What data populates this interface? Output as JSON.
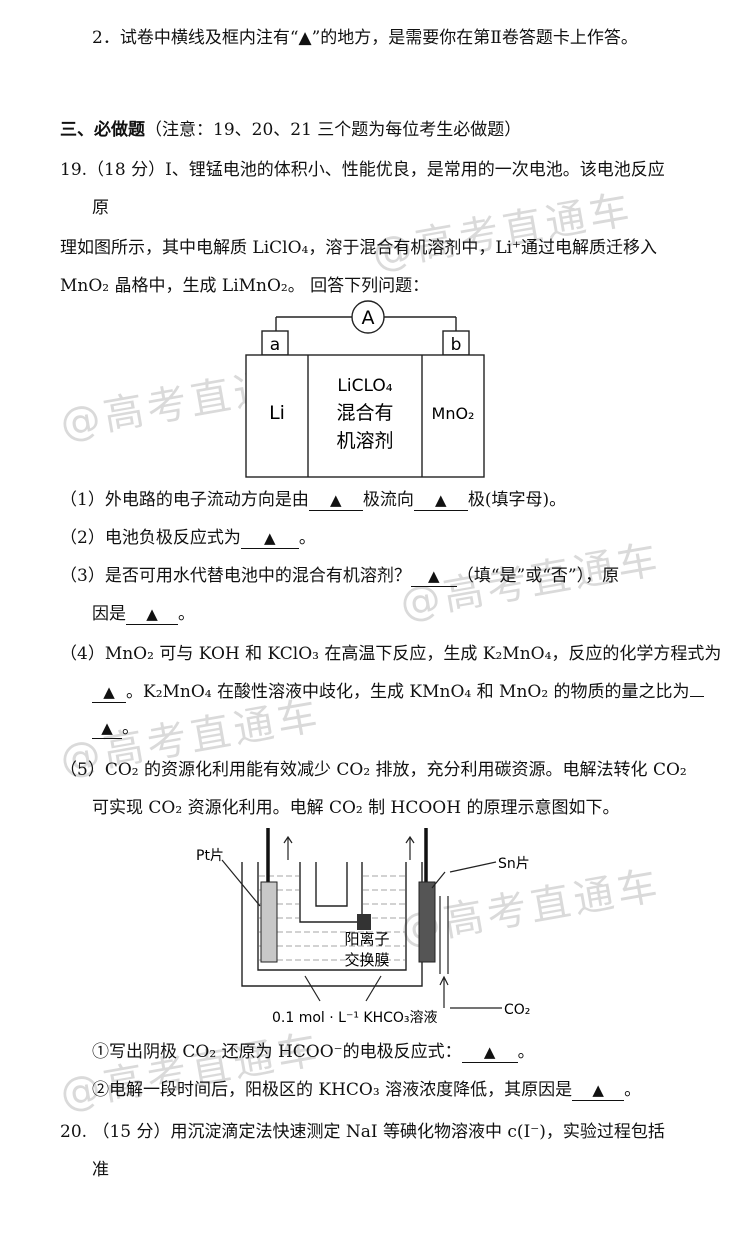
{
  "note2": "2．试卷中横线及框内注有“▲”的地方，是需要你在第Ⅱ卷答题卡上作答。",
  "section": {
    "title": "三、必做题",
    "note": "（注意：19、20、21 三个题为每位考生必做题）"
  },
  "q19": {
    "line1": "19.（18 分）Ⅰ、锂锰电池的体积小、性能优良，是常用的一次电池。该电池反应",
    "line2": "原",
    "line3": "理如图所示，其中电解质 LiClO₄，溶于混合有机溶剂中，Li⁺通过电解质迁移入",
    "line4": "MnO₂ 晶格中，生成 LiMnO₂。 回答下列问题：",
    "diagram1": {
      "ammeter": "A",
      "left_terminal": "a",
      "right_terminal": "b",
      "left_electrode": "Li",
      "middle_line1": "LiCLO₄",
      "middle_line2": "混合有",
      "middle_line3": "机溶剂",
      "right_electrode": "MnO₂"
    },
    "p1": {
      "a": "（1）外电路的电子流动方向是由",
      "b": "极流向",
      "c": "极(填字母)。"
    },
    "p2": {
      "a": "（2）电池负极反应式为",
      "b": "。"
    },
    "p3": {
      "a": "（3）是否可用水代替电池中的混合有机溶剂？",
      "b": "（填“是”或“否”），原",
      "c": "因是",
      "d": "。"
    },
    "p4": {
      "a": "（4）MnO₂ 可与 KOH 和 KClO₃ 在高温下反应，生成 K₂MnO₄，反应的化学方程式为",
      "b": "。K₂MnO₄ 在酸性溶液中歧化，生成 KMnO₄ 和 MnO₂ 的物质的量之比为",
      "c": "。"
    },
    "p5": {
      "a": "（5）CO₂ 的资源化利用能有效减少 CO₂ 排放，充分利用碳资源。电解法转化 CO₂",
      "b": "可实现 CO₂ 资源化利用。电解 CO₂ 制 HCOOH 的原理示意图如下。"
    },
    "diagram2": {
      "pt": "Pt片",
      "sn": "Sn片",
      "membrane_1": "阳离子",
      "membrane_2": "交换膜",
      "solution": "0.1 mol · L⁻¹ KHCO₃溶液",
      "co2": "CO₂"
    },
    "s1": {
      "a": "①写出阴极 CO₂ 还原为 HCOO⁻的电极反应式：",
      "b": "。"
    },
    "s2": {
      "a": "②电解一段时间后，阳极区的 KHCO₃ 溶液浓度降低，其原因是",
      "b": "。"
    }
  },
  "q20": {
    "line1": "20. （15 分）用沉淀滴定法快速测定 NaI 等碘化物溶液中 c(I⁻)，实验过程包括",
    "line2": "准"
  },
  "answer_mark": "▲",
  "watermark": "@高考直通车"
}
